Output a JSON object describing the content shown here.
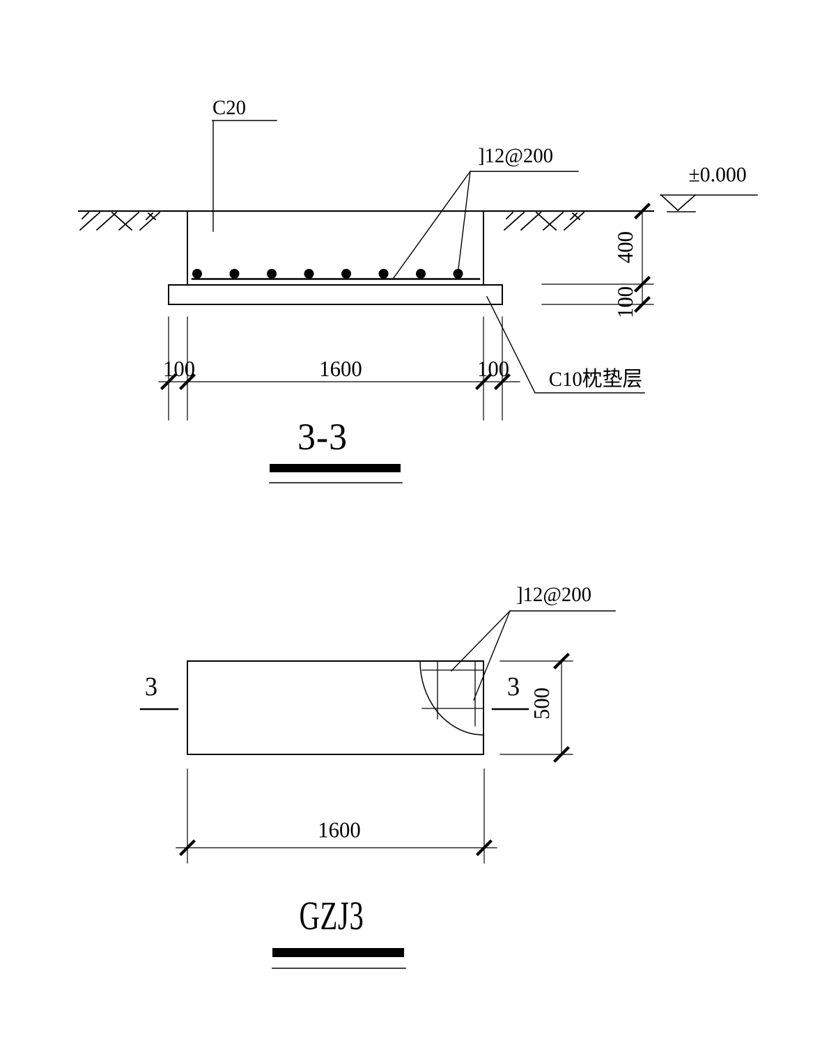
{
  "drawing": {
    "colors": {
      "line": "#000000",
      "background": "#ffffff"
    },
    "section": {
      "concrete_label": "C20",
      "rebar_label": "]12@200",
      "level_label": "±0.000",
      "dims": {
        "depth": "400",
        "cushion_thickness": "100",
        "left_overhang": "100",
        "width": "1600",
        "right_overhang": "100"
      },
      "cushion_label": "C10枕垫层",
      "title": "3-3"
    },
    "plan": {
      "rebar_label": "]12@200",
      "section_mark_left": "3",
      "section_mark_right": "3",
      "dims": {
        "height": "500",
        "width": "1600"
      },
      "title": "GZJ3"
    }
  }
}
